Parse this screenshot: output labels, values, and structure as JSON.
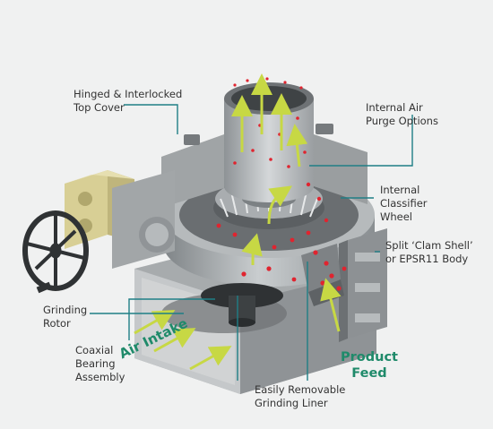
{
  "labels": {
    "hinged_cover": [
      "Hinged & Interlocked",
      "Top Cover"
    ],
    "air_purge": [
      "Internal Air",
      "Purge Options"
    ],
    "classifier_wheel": [
      "Internal",
      "Classifier",
      "Wheel"
    ],
    "clam_shell": [
      "Split ‘Clam Shell’",
      "or EPSR11 Body"
    ],
    "grinding_rotor": [
      "Grinding",
      "Rotor"
    ],
    "coaxial_bearing": [
      "Coaxial",
      "Bearing",
      "Assembly"
    ],
    "grinding_liner": [
      "Easily Removable",
      "Grinding Liner"
    ],
    "product_feed": [
      "Product",
      "Feed"
    ],
    "air_intake": "Air Intake"
  },
  "colors": {
    "leader_line": "#1f7f86",
    "callout_green": "#1f8a6a",
    "flow_arrow": "#c7d844",
    "particle": "#e0242f",
    "metal_light": "#b9bdbf",
    "metal_mid": "#8f9496",
    "metal_dark": "#5a5e60",
    "gearbox": "#d8cf95"
  }
}
